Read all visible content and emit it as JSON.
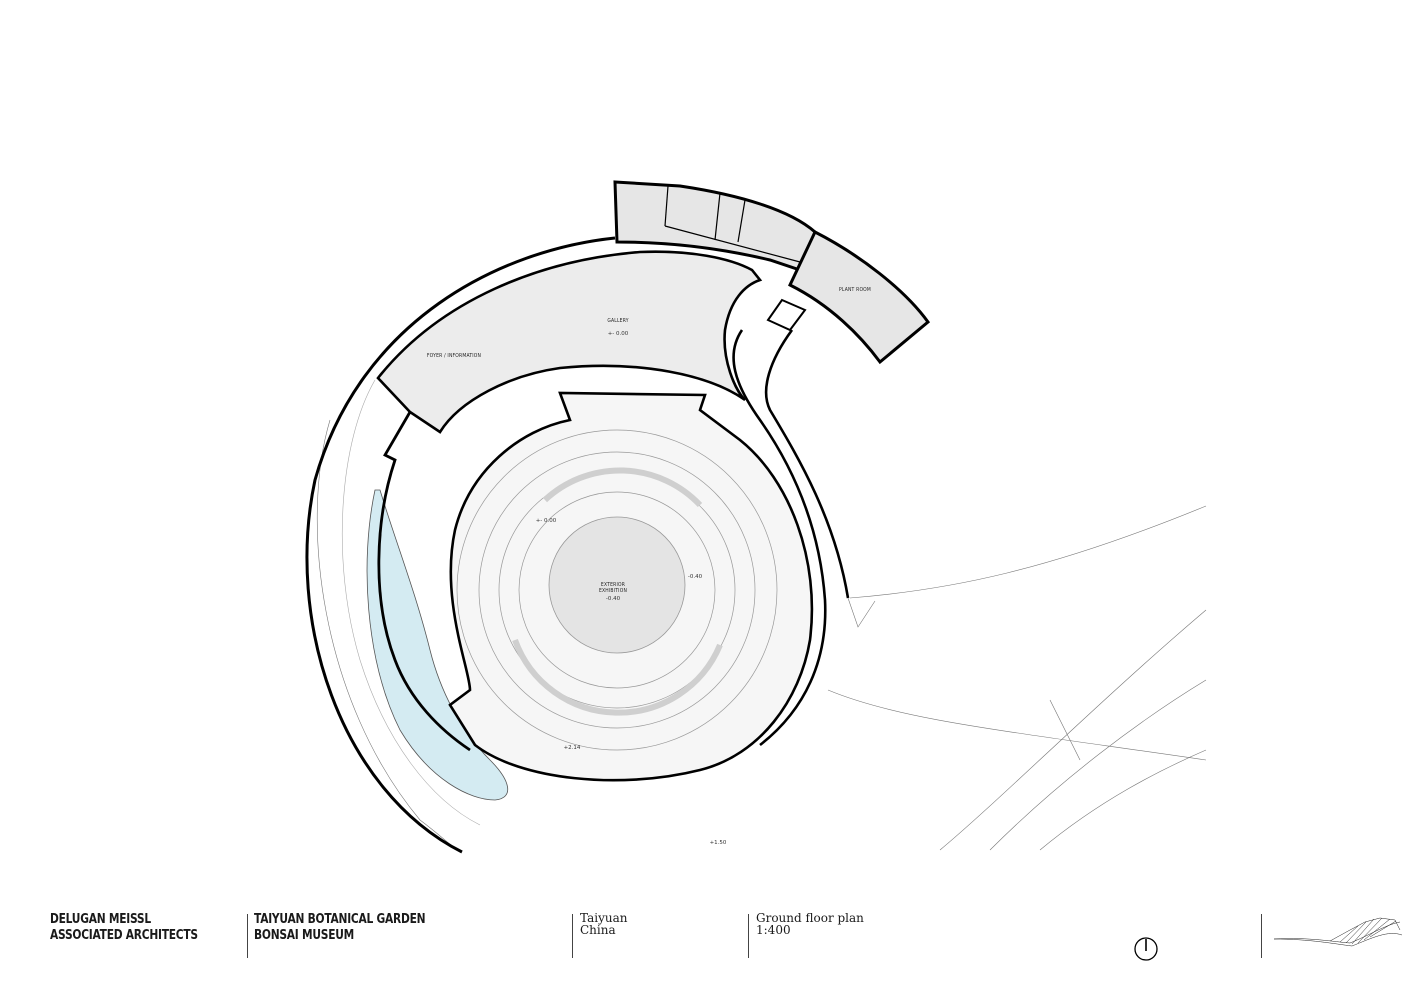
{
  "plan": {
    "rooms": {
      "gallery": "GALLERY",
      "foyer": "FOYER / INFORMATION",
      "plant_room": "PLANT ROOM",
      "exterior_exhibition_line1": "EXTERIOR",
      "exterior_exhibition_line2": "EXHIBITION"
    },
    "levels": {
      "gallery_level": "+- 0.00",
      "courtyard_level": "+- 0.00",
      "center_level": "-0.40",
      "ring_level": "-0.40",
      "south_level": "+2.14",
      "ground_level": "+1.50"
    },
    "colors": {
      "wall": "#000000",
      "room_fill": "#ececec",
      "courtyard_fill": "#f6f6f6",
      "center_fill": "#e4e4e4",
      "water": "#d4ebf2"
    }
  },
  "title_block": {
    "firm_line1": "DELUGAN MEISSL",
    "firm_line2": "ASSOCIATED ARCHITECTS",
    "project_line1": "TAIYUAN BOTANICAL GARDEN",
    "project_line2": "BONSAI MUSEUM",
    "city": "Taiyuan",
    "country": "China",
    "drawing_title": "Ground floor plan",
    "scale": "1:400",
    "north_arrow_icon": "north-arrow-icon",
    "logo_icon": "dma-logo-icon"
  }
}
